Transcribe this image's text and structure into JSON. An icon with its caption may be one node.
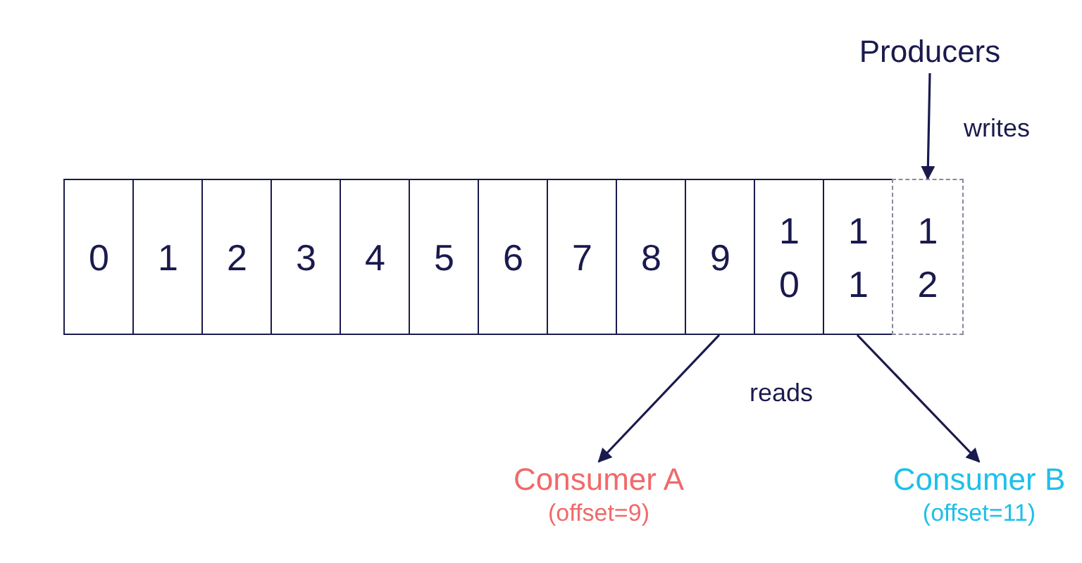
{
  "diagram": {
    "nodes": [
      {
        "text": [
          "0"
        ]
      },
      {
        "text": [
          "1"
        ]
      },
      {
        "text": [
          "2"
        ]
      },
      {
        "text": [
          "3"
        ]
      },
      {
        "text": [
          "4"
        ]
      },
      {
        "text": [
          "5"
        ]
      },
      {
        "text": [
          "6"
        ]
      },
      {
        "text": [
          "7"
        ]
      },
      {
        "text": [
          "8"
        ]
      },
      {
        "text": [
          "9"
        ]
      },
      {
        "text": [
          "10"
        ]
      },
      {
        "text": [
          "11"
        ]
      },
      {
        "text": [
          "12"
        ]
      },
      {
        "text": [
          "Producers"
        ]
      },
      {
        "text": [
          "Consumer A",
          "(offset=9)"
        ]
      },
      {
        "text": [
          "Consumer B",
          "(offset=11)"
        ]
      }
    ],
    "edges": [
      {
        "from": 13,
        "to": 12,
        "arrow": "to",
        "label": "writes"
      },
      {
        "from": 9,
        "to": 14,
        "arrow": "to"
      },
      {
        "from": 11,
        "to": 15,
        "arrow": "to"
      }
    ],
    "labels": [
      "reads"
    ]
  }
}
